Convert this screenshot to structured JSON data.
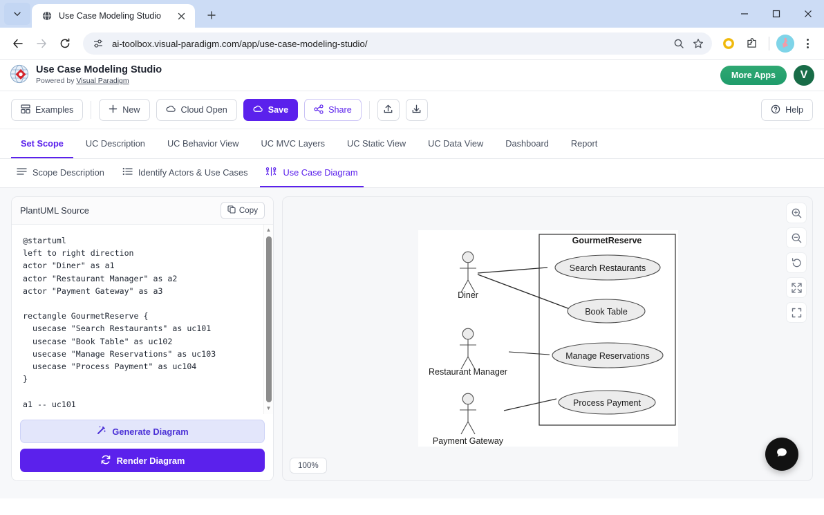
{
  "browser": {
    "tab": {
      "title": "Use Case Modeling Studio",
      "favicon_icon": "globe-icon",
      "close_icon": "close-icon"
    },
    "new_tab_label": "+",
    "chevron_icon": "chevron-down-icon",
    "url": "ai-toolbox.visual-paradigm.com/app/use-case-modeling-studio/",
    "nav": {
      "back_icon": "back-arrow-icon",
      "forward_icon": "forward-arrow-icon",
      "reload_icon": "reload-icon"
    },
    "omnibox": {
      "site_settings_icon": "tune-icon",
      "zoom_icon": "search-icon",
      "bookmark_icon": "star-icon"
    },
    "extensions": {
      "profile_badge_icon": "circle-icon",
      "puzzle_icon": "extensions-icon",
      "avatar_icon": "avatar-icon",
      "menu_icon": "kebab-menu-icon"
    },
    "window": {
      "minimize": "—",
      "maximize": "☐",
      "close": "✕"
    }
  },
  "header": {
    "logo_icon": "visual-paradigm-logo-icon",
    "title": "Use Case Modeling Studio",
    "powered_by_prefix": "Powered by ",
    "powered_by_link": "Visual Paradigm",
    "more_apps_label": "More Apps",
    "account_initial": "V"
  },
  "toolbar": {
    "examples_label": "Examples",
    "new_label": "New",
    "cloud_open_label": "Cloud Open",
    "save_label": "Save",
    "share_label": "Share",
    "upload_icon": "upload-icon",
    "download_icon": "download-icon",
    "help_label": "Help"
  },
  "main_tabs": [
    {
      "label": "Set Scope",
      "active": true
    },
    {
      "label": "UC Description",
      "active": false
    },
    {
      "label": "UC Behavior View",
      "active": false
    },
    {
      "label": "UC MVC Layers",
      "active": false
    },
    {
      "label": "UC Static View",
      "active": false
    },
    {
      "label": "UC Data View",
      "active": false
    },
    {
      "label": "Dashboard",
      "active": false
    },
    {
      "label": "Report",
      "active": false
    }
  ],
  "sub_tabs": [
    {
      "label": "Scope Description",
      "icon": "list-lines-icon",
      "active": false
    },
    {
      "label": "Identify Actors & Use Cases",
      "icon": "bullet-list-icon",
      "active": false
    },
    {
      "label": "Use Case Diagram",
      "icon": "usecase-diagram-icon",
      "active": true
    }
  ],
  "source_panel": {
    "title": "PlantUML Source",
    "copy_label": "Copy",
    "copy_icon": "copy-icon",
    "code": "@startuml\nleft to right direction\nactor \"Diner\" as a1\nactor \"Restaurant Manager\" as a2\nactor \"Payment Gateway\" as a3\n\nrectangle GourmetReserve {\n  usecase \"Search Restaurants\" as uc101\n  usecase \"Book Table\" as uc102\n  usecase \"Manage Reservations\" as uc103\n  usecase \"Process Payment\" as uc104\n}\n\na1 -- uc101",
    "generate_label": "Generate Diagram",
    "generate_icon": "magic-wand-icon",
    "render_label": "Render Diagram",
    "render_icon": "refresh-icon",
    "scrollbar": {
      "up_arrow": "▲",
      "down_arrow": "▼"
    }
  },
  "canvas": {
    "zoom_level": "100%",
    "tools": [
      {
        "name": "zoom-in-icon"
      },
      {
        "name": "zoom-out-icon"
      },
      {
        "name": "reset-rotate-icon"
      },
      {
        "name": "fit-screen-icon"
      },
      {
        "name": "fullscreen-icon"
      }
    ],
    "chat_icon": "chat-bubble-icon"
  },
  "diagram": {
    "system_boundary": "GourmetReserve",
    "actors": [
      {
        "label": "Diner"
      },
      {
        "label": "Restaurant Manager"
      },
      {
        "label": "Payment Gateway"
      }
    ],
    "use_cases": [
      {
        "label": "Search Restaurants"
      },
      {
        "label": "Book Table"
      },
      {
        "label": "Manage Reservations"
      },
      {
        "label": "Process Payment"
      }
    ],
    "associations": [
      {
        "from": "Diner",
        "to": "Search Restaurants"
      },
      {
        "from": "Diner",
        "to": "Book Table"
      },
      {
        "from": "Restaurant Manager",
        "to": "Manage Reservations"
      },
      {
        "from": "Payment Gateway",
        "to": "Process Payment"
      }
    ]
  },
  "colors": {
    "accent": "#5b21ec",
    "brand_green": "#1f9c6b",
    "tab_active": "#5b21ec"
  }
}
